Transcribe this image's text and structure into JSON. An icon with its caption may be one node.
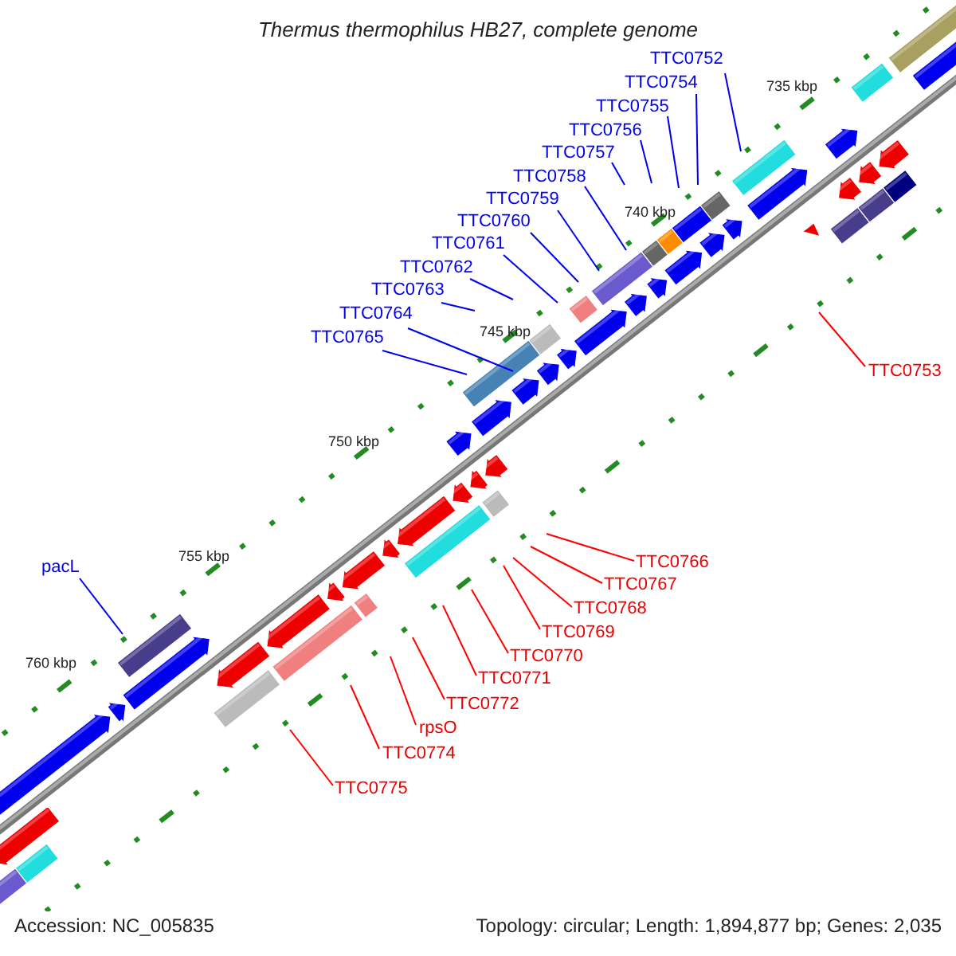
{
  "diagram": {
    "title": "Thermus thermophilus HB27, complete genome",
    "nodes": [
      {
        "text": [
          "TTC0752"
        ]
      },
      {
        "text": [
          "TTC0754"
        ]
      },
      {
        "text": [
          "TTC0755"
        ]
      },
      {
        "text": [
          "TTC0756"
        ]
      },
      {
        "text": [
          "TTC0757"
        ]
      },
      {
        "text": [
          "TTC0758"
        ]
      },
      {
        "text": [
          "TTC0759"
        ]
      },
      {
        "text": [
          "TTC0760"
        ]
      },
      {
        "text": [
          "TTC0761"
        ]
      },
      {
        "text": [
          "TTC0762"
        ]
      },
      {
        "text": [
          "TTC0763"
        ]
      },
      {
        "text": [
          "TTC0764"
        ]
      },
      {
        "text": [
          "TTC0765"
        ]
      },
      {
        "text": [
          "TTC0753"
        ]
      },
      {
        "text": [
          "pacL"
        ]
      },
      {
        "text": [
          "TTC0766"
        ]
      },
      {
        "text": [
          "TTC0767"
        ]
      },
      {
        "text": [
          "TTC0768"
        ]
      },
      {
        "text": [
          "TTC0769"
        ]
      },
      {
        "text": [
          "TTC0770"
        ]
      },
      {
        "text": [
          "TTC0771"
        ]
      },
      {
        "text": [
          "TTC0772"
        ]
      },
      {
        "text": [
          "rpsO"
        ]
      },
      {
        "text": [
          "TTC0774"
        ]
      },
      {
        "text": [
          "TTC0775"
        ]
      }
    ],
    "edges": [
      {
        "from": 0,
        "to": null,
        "arrow": "none"
      },
      {
        "from": 1,
        "to": null,
        "arrow": "none"
      },
      {
        "from": 2,
        "to": null,
        "arrow": "none"
      },
      {
        "from": 3,
        "to": null,
        "arrow": "none"
      },
      {
        "from": 4,
        "to": null,
        "arrow": "none"
      },
      {
        "from": 5,
        "to": null,
        "arrow": "none"
      },
      {
        "from": 6,
        "to": null,
        "arrow": "none"
      },
      {
        "from": 7,
        "to": null,
        "arrow": "none"
      },
      {
        "from": 8,
        "to": null,
        "arrow": "none"
      },
      {
        "from": 9,
        "to": null,
        "arrow": "none"
      },
      {
        "from": 10,
        "to": null,
        "arrow": "none"
      },
      {
        "from": 11,
        "to": null,
        "arrow": "none"
      },
      {
        "from": 12,
        "to": null,
        "arrow": "none"
      },
      {
        "from": 13,
        "to": null,
        "arrow": "none",
        "color": "#ff0000"
      },
      {
        "from": 14,
        "to": null,
        "arrow": "none"
      },
      {
        "from": 15,
        "to": null,
        "arrow": "none",
        "color": "#ff0000"
      },
      {
        "from": 16,
        "to": null,
        "arrow": "none",
        "color": "#ff0000"
      },
      {
        "from": 17,
        "to": null,
        "arrow": "none",
        "color": "#ff0000"
      },
      {
        "from": 18,
        "to": null,
        "arrow": "none",
        "color": "#ff0000"
      },
      {
        "from": 19,
        "to": null,
        "arrow": "none",
        "color": "#ff0000"
      },
      {
        "from": 20,
        "to": null,
        "arrow": "none",
        "color": "#ff0000"
      },
      {
        "from": 21,
        "to": null,
        "arrow": "none",
        "color": "#ff0000"
      },
      {
        "from": 22,
        "to": null,
        "arrow": "none",
        "color": "#ff0000"
      },
      {
        "from": 23,
        "to": null,
        "arrow": "none",
        "color": "#ff0000"
      },
      {
        "from": 24,
        "to": null,
        "arrow": "none",
        "color": "#ff0000"
      }
    ],
    "labels": [
      "735 kbp",
      "740 kbp",
      "745 kbp",
      "750 kbp",
      "755 kbp",
      "760 kbp",
      "Accession: NC_005835",
      "Topology: circular; Length: 1,894,877 bp; Genes: 2,035"
    ]
  }
}
